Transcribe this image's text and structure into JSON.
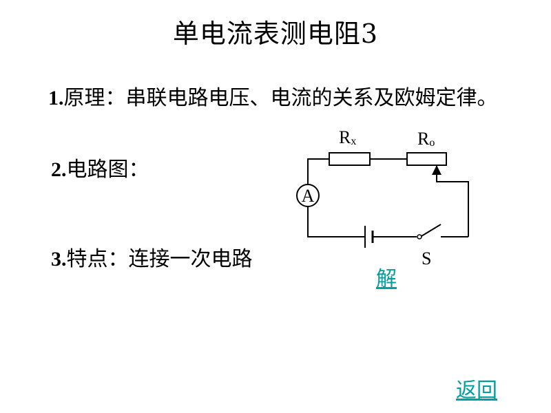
{
  "title": "单电流表测电阻3",
  "points": [
    {
      "num": "1.",
      "text": "原理：串联电路电压、电流的关系及欧姆定律。"
    },
    {
      "num": "2.",
      "text": "电路图："
    },
    {
      "num": "3.",
      "text": "特点：连接一次电路"
    }
  ],
  "circuit": {
    "rx_label": "R",
    "rx_sub": "x",
    "r0_label": "R",
    "r0_sub": "o",
    "ammeter_label": "A",
    "switch_label": "S"
  },
  "links": {
    "solve": "解",
    "back": "返回"
  },
  "colors": {
    "link": "#00a0a0",
    "text": "#000000",
    "background": "#ffffff"
  }
}
